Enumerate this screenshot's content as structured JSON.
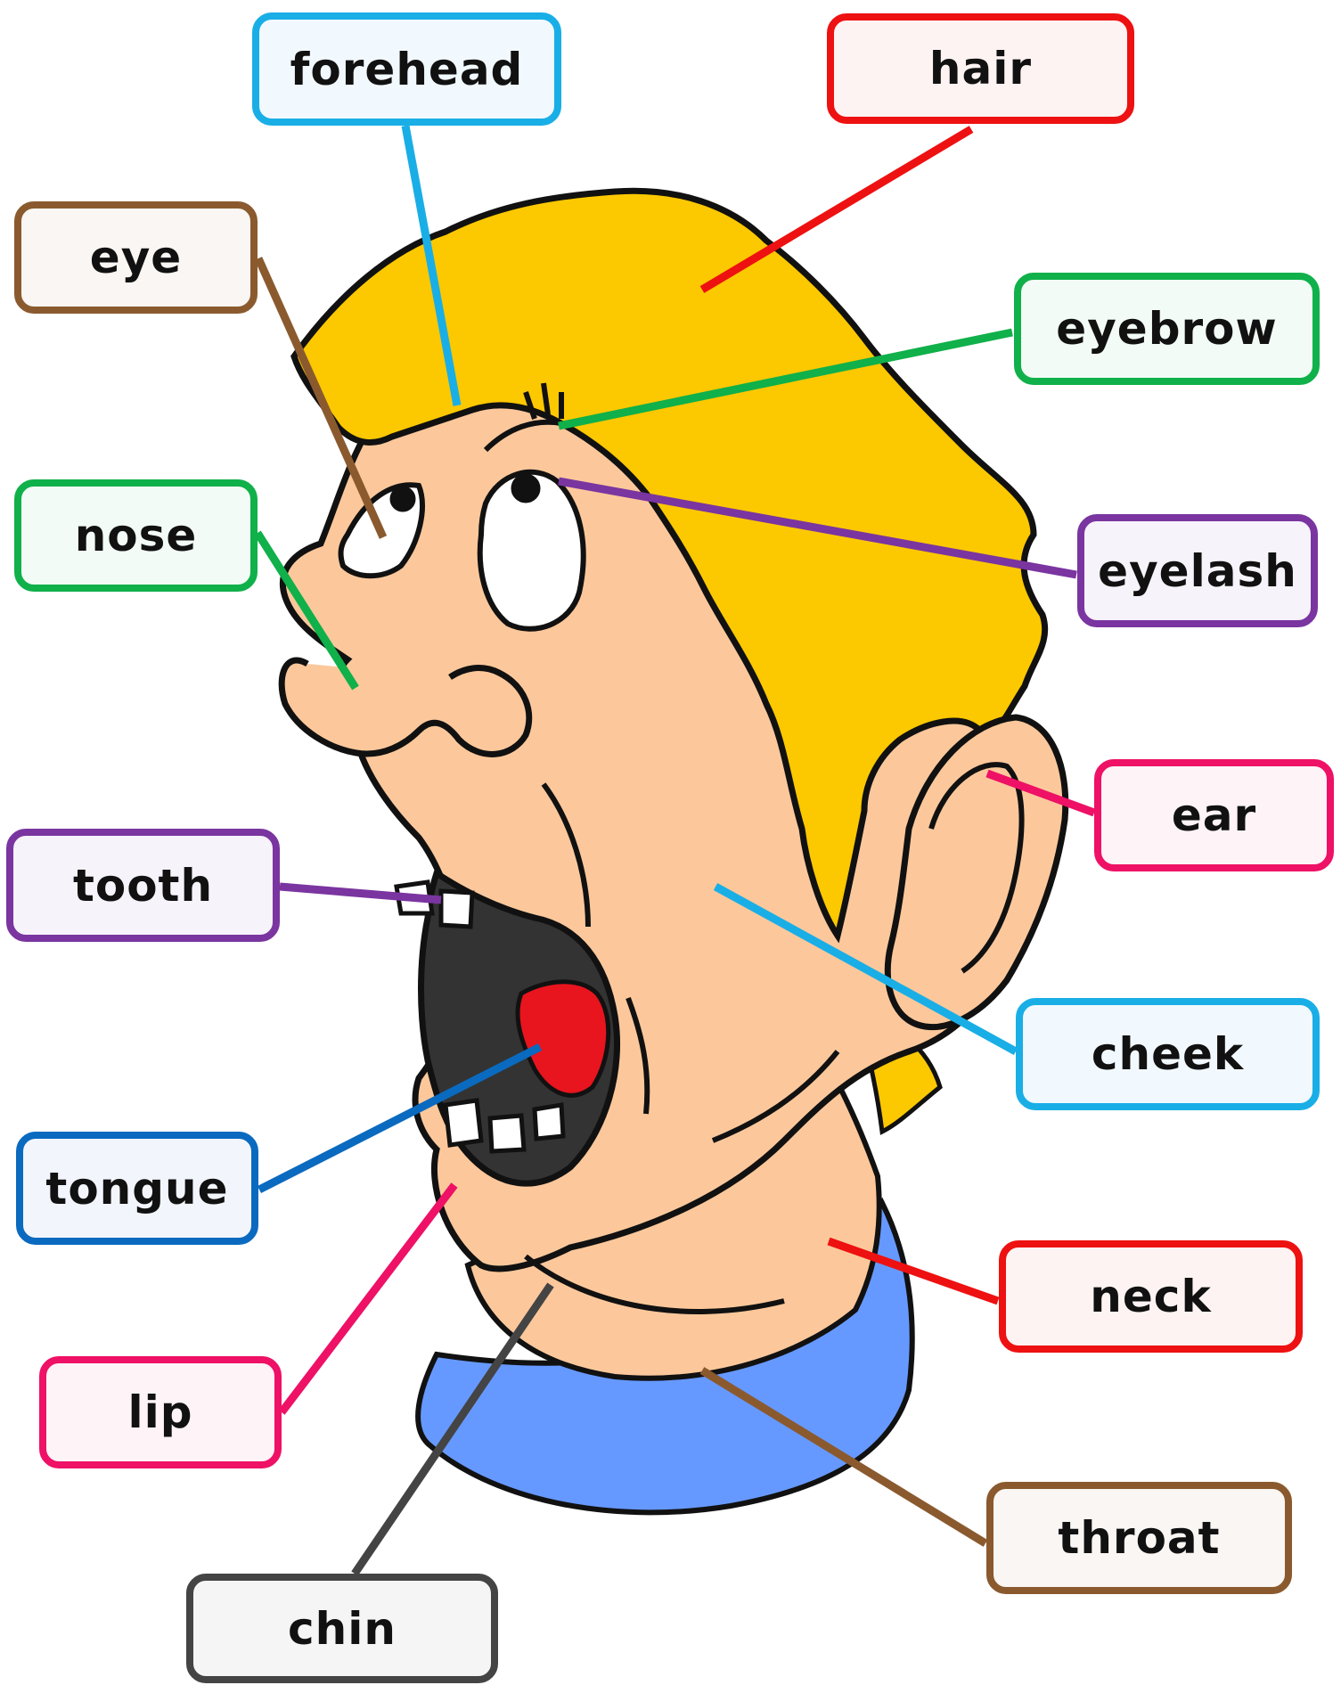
{
  "labels": [
    {
      "id": "forehead",
      "text": "forehead",
      "color": "#1aaee6",
      "fill": "#f2f9fe"
    },
    {
      "id": "hair",
      "text": "hair",
      "color": "#ee1111",
      "fill": "#fef3f3"
    },
    {
      "id": "eye",
      "text": "eye",
      "color": "#8a5a2e",
      "fill": "#f9f6f3"
    },
    {
      "id": "eyebrow",
      "text": "eyebrow",
      "color": "#10b04a",
      "fill": "#f2fbf5"
    },
    {
      "id": "nose",
      "text": "nose",
      "color": "#10b04a",
      "fill": "#f2fbf5"
    },
    {
      "id": "eyelash",
      "text": "eyelash",
      "color": "#7a35a0",
      "fill": "#f6f3fa"
    },
    {
      "id": "ear",
      "text": "ear",
      "color": "#ee1166",
      "fill": "#fef3f7"
    },
    {
      "id": "tooth",
      "text": "tooth",
      "color": "#7a35a0",
      "fill": "#f6f3fa"
    },
    {
      "id": "cheek",
      "text": "cheek",
      "color": "#1aaee6",
      "fill": "#f2f9fe"
    },
    {
      "id": "tongue",
      "text": "tongue",
      "color": "#0a6abf",
      "fill": "#f2f6fc"
    },
    {
      "id": "neck",
      "text": "neck",
      "color": "#ee1111",
      "fill": "#fef3f3"
    },
    {
      "id": "lip",
      "text": "lip",
      "color": "#ee1166",
      "fill": "#fef3f7"
    },
    {
      "id": "throat",
      "text": "throat",
      "color": "#8a5a2e",
      "fill": "#f9f6f3"
    },
    {
      "id": "chin",
      "text": "chin",
      "color": "#444444",
      "fill": "#f5f5f5"
    }
  ],
  "palette": {
    "skin": "#fcc89b",
    "hair": "#fcc800",
    "shirt": "#6699ff",
    "outline": "#111111",
    "mouth": "#333333",
    "tongue": "#e8141e"
  },
  "illustration": {
    "subject": "cartoon-head-profile",
    "icons": [
      "head-icon",
      "hair-icon",
      "eye-icon",
      "ear-icon",
      "mouth-icon",
      "collar-icon"
    ]
  }
}
